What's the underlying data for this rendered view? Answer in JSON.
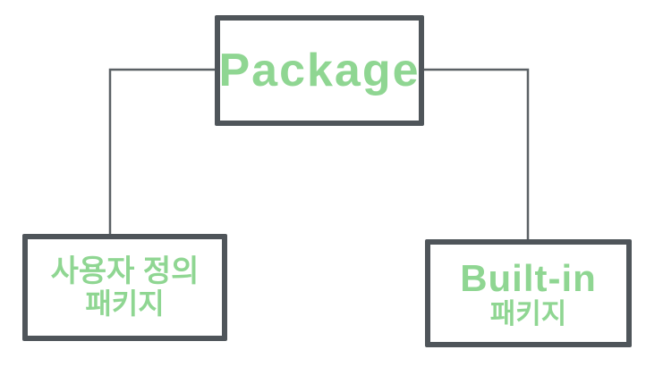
{
  "diagram": {
    "root": {
      "label": "Package"
    },
    "children": [
      {
        "lines": [
          "사용자 정의",
          "패키지"
        ]
      },
      {
        "lines": [
          "Built-in",
          "패키지"
        ]
      }
    ],
    "colors": {
      "box_border": "#4f555a",
      "connector": "#5b6165",
      "label_green": "#8fd692",
      "background": "#ffffff"
    }
  }
}
